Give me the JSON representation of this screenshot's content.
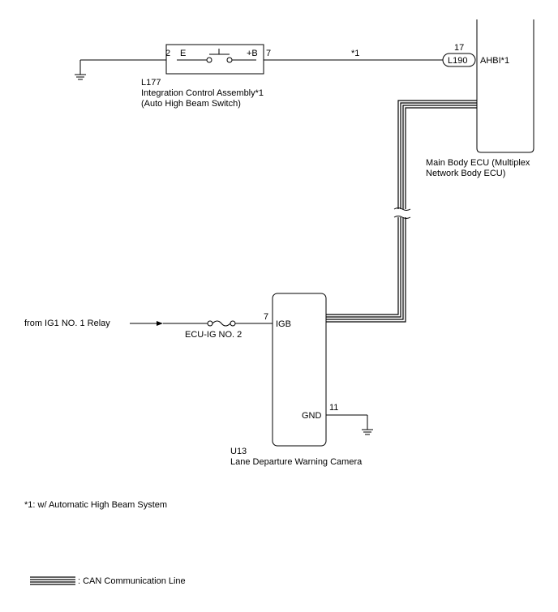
{
  "switch_assembly": {
    "pin_e_number": "2",
    "pin_e_label": "E",
    "pin_b_label": "+B",
    "pin_b_number": "7",
    "code": "L177",
    "name": "Integration Control Assembly*1",
    "subname": "(Auto High Beam Switch)"
  },
  "wire_note": "*1",
  "body_ecu": {
    "pin_number": "17",
    "connector": "L190",
    "terminal": "AHBI*1",
    "name_line1": "Main Body ECU (Multiplex",
    "name_line2": "Network Body ECU)"
  },
  "power_source": {
    "label": "from IG1 NO. 1 Relay",
    "fuse": "ECU-IG NO. 2"
  },
  "camera": {
    "igb_pin": "7",
    "igb_label": "IGB",
    "gnd_pin": "11",
    "gnd_label": "GND",
    "code": "U13",
    "name": "Lane Departure Warning Camera"
  },
  "footnote": "*1: w/ Automatic High Beam System",
  "legend": {
    "label": ": CAN Communication Line"
  }
}
